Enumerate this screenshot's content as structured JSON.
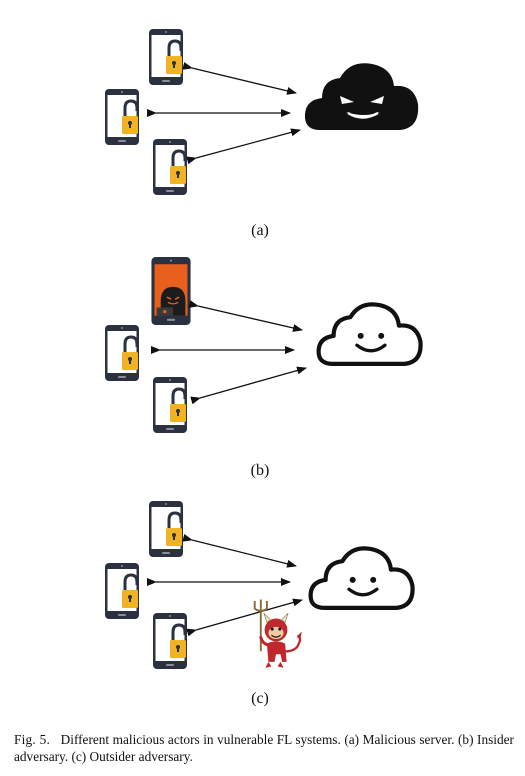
{
  "panels": [
    {
      "label": "(a)",
      "server": "malicious-server",
      "adversary": "none"
    },
    {
      "label": "(b)",
      "server": "honest-server",
      "adversary": "insider"
    },
    {
      "label": "(c)",
      "server": "honest-server",
      "adversary": "outsider"
    }
  ],
  "icons": {
    "client": "locked-phone-icon",
    "malicious_client": "hacker-phone-icon",
    "malicious_server": "evil-cloud-icon",
    "honest_server": "smiling-cloud-icon",
    "outsider": "devil-icon"
  },
  "colors": {
    "lock": "#f0b323",
    "phone_body": "#2b3140",
    "hacker_screen": "#e8601c",
    "devil": "#c0282d"
  },
  "caption": {
    "tag": "Fig. 5.",
    "text": "Different malicious actors in vulnerable FL systems. (a) Malicious server. (b) Insider adversary. (c) Outsider adversary."
  }
}
